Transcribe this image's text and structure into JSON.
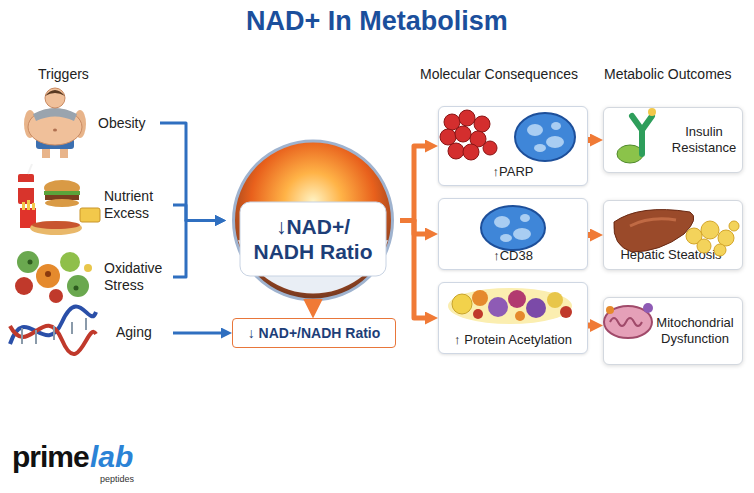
{
  "diagram": {
    "title": "NAD+ In Metabolism",
    "nodes": [
      {
        "text": [
          "Obesity"
        ]
      },
      {
        "text": [
          "Nutrient Excess"
        ]
      },
      {
        "text": [
          "Oxidative Stress"
        ]
      },
      {
        "text": [
          "Aging"
        ]
      },
      {
        "text": [
          "↓NAD+/ NADH Ratio"
        ]
      },
      {
        "text": [
          "↓ NAD+/NADH Ratio"
        ]
      },
      {
        "text": [
          "↑PARP"
        ]
      },
      {
        "text": [
          "Insulin Resistance"
        ]
      },
      {
        "text": [
          "↑CD38"
        ]
      },
      {
        "text": [
          "Hepatic Steatosis"
        ]
      },
      {
        "text": [
          "↑ Protein Acetylation"
        ]
      },
      {
        "text": [
          "Mitochondrial Dysfunction"
        ]
      }
    ],
    "edges": [
      {
        "from": 0,
        "to": 4,
        "arrow": "to"
      },
      {
        "from": 1,
        "to": 4,
        "arrow": "to"
      },
      {
        "from": 2,
        "to": 4,
        "arrow": "to"
      },
      {
        "from": 3,
        "to": 5,
        "arrow": "to"
      },
      {
        "from": 4,
        "to": 5,
        "arrow": "to"
      },
      {
        "from": 4,
        "to": 6,
        "arrow": "to"
      },
      {
        "from": 4,
        "to": 8,
        "arrow": "to"
      },
      {
        "from": 4,
        "to": 10,
        "arrow": "to"
      },
      {
        "from": 6,
        "to": 7,
        "arrow": "to"
      },
      {
        "from": 8,
        "to": 9,
        "arrow": "to"
      },
      {
        "from": 10,
        "to": 11,
        "arrow": "to"
      }
    ],
    "labels": [
      "Triggers",
      "Molecular Consequences",
      "Metabolic Outcomes",
      "prime",
      "lab",
      "peptides"
    ]
  }
}
